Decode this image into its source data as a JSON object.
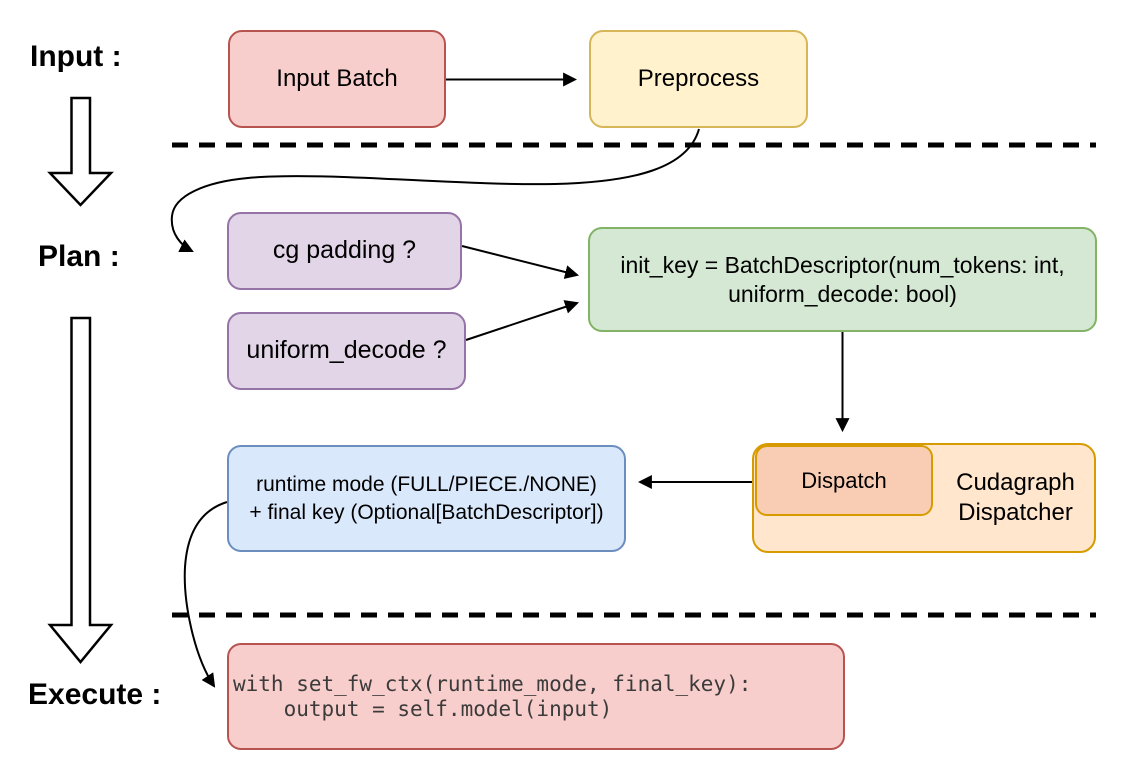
{
  "background": "#ffffff",
  "sections": {
    "input_label": "Input :",
    "plan_label": "Plan :",
    "execute_label": "Execute :"
  },
  "nodes": {
    "input_batch": {
      "label": "Input Batch",
      "fill": "#f8cecc",
      "border": "#b85450"
    },
    "preprocess": {
      "label": "Preprocess",
      "fill": "#fff2cc",
      "border": "#d6b656"
    },
    "cg_padding": {
      "label": "cg padding ?",
      "fill": "#e1d5e7",
      "border": "#9673a6"
    },
    "uniform_decode": {
      "label": "uniform_decode ?",
      "fill": "#e1d5e7",
      "border": "#9673a6"
    },
    "init_key": {
      "line1": "init_key = BatchDescriptor(num_tokens: int,",
      "line2": "uniform_decode: bool)",
      "fill": "#d5e8d4",
      "border": "#82b366"
    },
    "dispatch": {
      "label": "Dispatch",
      "fill": "#f9cdb4",
      "border": "#d79b00"
    },
    "cudagraph_dispatcher": {
      "line1": "Cudagraph",
      "line2": "Dispatcher",
      "fill": "#ffe6cc",
      "border": "#d79b00"
    },
    "runtime_mode_key": {
      "line1": "runtime mode (FULL/PIECE./NONE)",
      "line2": "+ final key (Optional[BatchDescriptor])",
      "fill": "#dae8fc",
      "border": "#6c8ebf"
    },
    "execute_code": {
      "line1": "with set_fw_ctx(runtime_mode, final_key):",
      "line2": "    output = self.model(input)",
      "fill": "#f8cecc",
      "border": "#b85450"
    }
  },
  "connector_color": "#000000"
}
